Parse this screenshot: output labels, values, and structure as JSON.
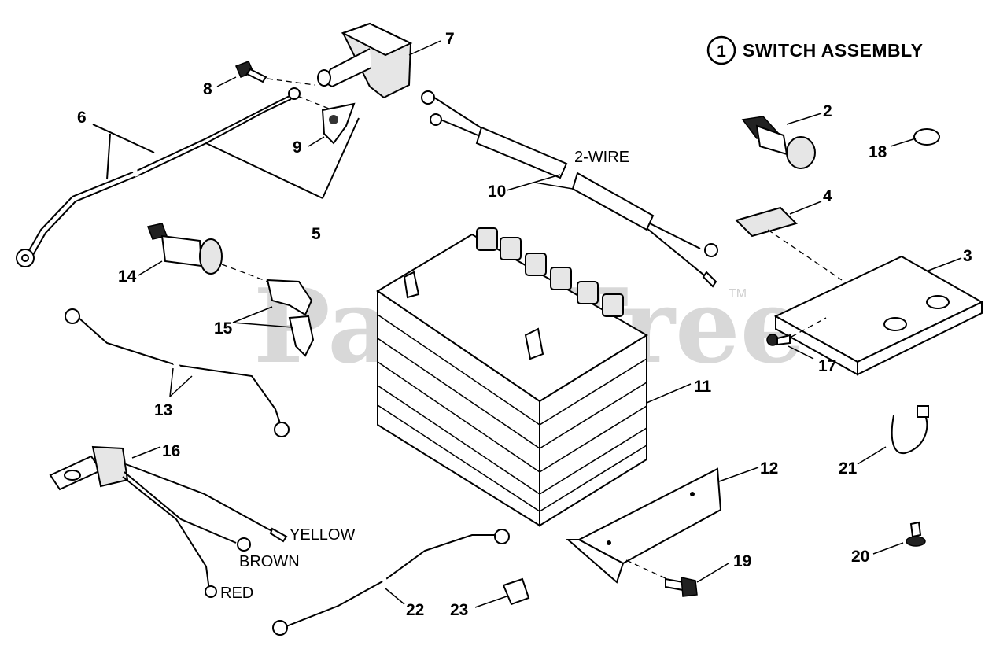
{
  "watermark": {
    "text": "PartsTree",
    "trademark": "TM"
  },
  "title": {
    "circled_number": "1",
    "text": "SWITCH ASSEMBLY"
  },
  "wire_labels": {
    "two_wire": "2-WIRE",
    "yellow": "YELLOW",
    "brown": "BROWN",
    "red": "RED"
  },
  "callouts": [
    "2",
    "3",
    "4",
    "5",
    "6",
    "7",
    "8",
    "9",
    "10",
    "11",
    "12",
    "13",
    "14",
    "15",
    "16",
    "17",
    "18",
    "19",
    "20",
    "21",
    "22",
    "23"
  ]
}
